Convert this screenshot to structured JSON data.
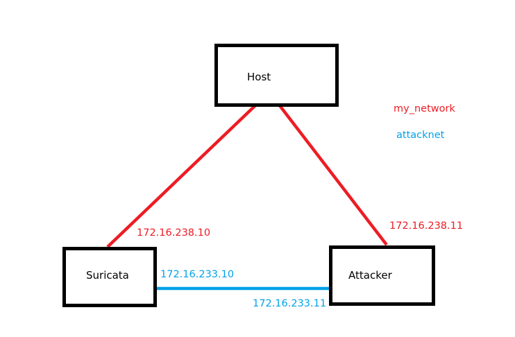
{
  "colors": {
    "my_network": "#ed1c24",
    "attacknet": "#00a2e8",
    "box_border": "#000000",
    "background": "#ffffff"
  },
  "nodes": {
    "host": {
      "label": "Host"
    },
    "suricata": {
      "label": "Suricata"
    },
    "attacker": {
      "label": "Attacker"
    }
  },
  "links": {
    "host_suricata": {
      "network": "my_network",
      "ip_suricata": "172.16.238.10"
    },
    "host_attacker": {
      "network": "my_network",
      "ip_attacker": "172.16.238.11"
    },
    "suricata_attacker": {
      "network": "attacknet",
      "ip_suricata": "172.16.233.10",
      "ip_attacker": "172.16.233.11"
    }
  },
  "legend": {
    "my_network": "my_network",
    "attacknet": "attacknet"
  }
}
